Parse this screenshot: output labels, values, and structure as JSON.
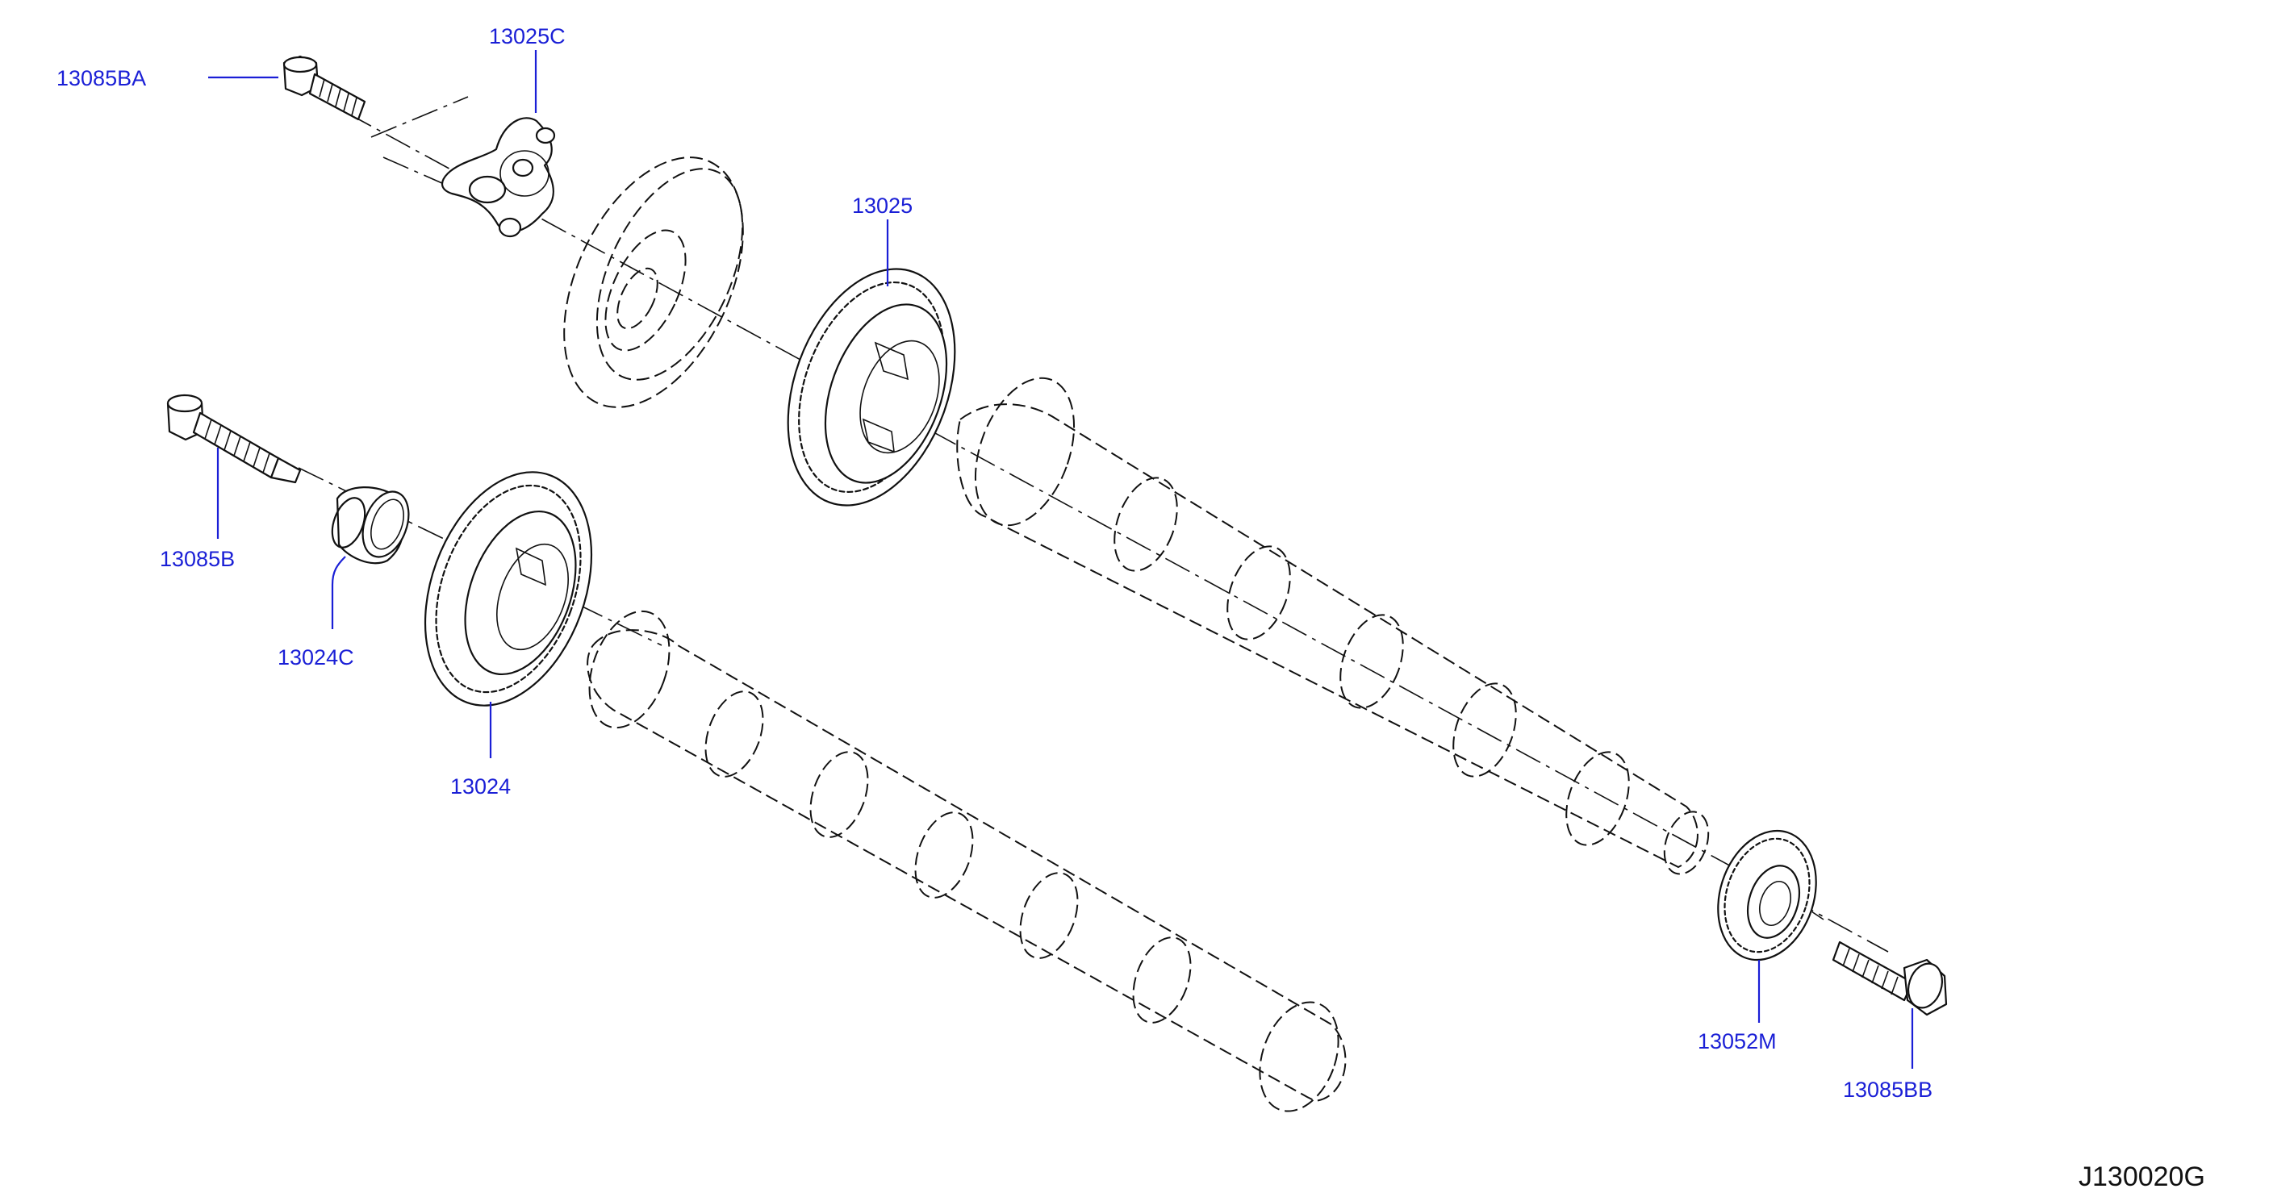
{
  "diagram_code": "J130020G",
  "parts": {
    "bolt_top": "13085BA",
    "plate": "13025C",
    "sprocket_exhaust": "13025",
    "bolt_intake": "13085B",
    "collar": "13024C",
    "sprocket_intake": "13024",
    "gear_rear": "13052M",
    "bolt_rear": "13085BB"
  },
  "colors": {
    "label": "#1a1fd6",
    "line": "#111111",
    "background": "#ffffff"
  }
}
